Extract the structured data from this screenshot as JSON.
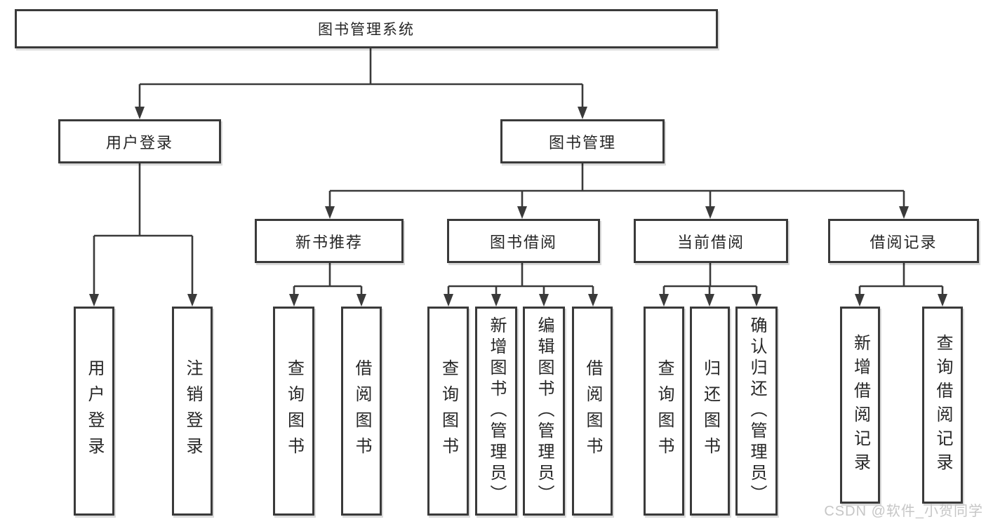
{
  "diagram_title": "图书管理系统",
  "nodes": {
    "root": "图书管理系统",
    "user_login": "用户登录",
    "book_mgmt": "图书管理",
    "new_book_rec": "新书推荐",
    "book_borrow": "图书借阅",
    "current_borrow": "当前借阅",
    "borrow_record": "借阅记录",
    "leaf_user_login": "用户登录",
    "leaf_logout": "注销登录",
    "leaf_query_book_1": "查询图书",
    "leaf_borrow_book_1": "借阅图书",
    "leaf_query_book_2": "查询图书",
    "leaf_add_book": "新增图书（管理员）",
    "leaf_edit_book": "编辑图书（管理员）",
    "leaf_borrow_book_2": "借阅图书",
    "leaf_query_book_3": "查询图书",
    "leaf_return_book": "归还图书",
    "leaf_confirm_return": "确认归还（管理员）",
    "leaf_add_record": "新增借阅记录",
    "leaf_query_record": "查询借阅记录"
  },
  "hierarchy": {
    "图书管理系统": {
      "用户登录": [
        "用户登录",
        "注销登录"
      ],
      "图书管理": {
        "新书推荐": [
          "查询图书",
          "借阅图书"
        ],
        "图书借阅": [
          "查询图书",
          "新增图书（管理员）",
          "编辑图书（管理员）",
          "借阅图书"
        ],
        "当前借阅": [
          "查询图书",
          "归还图书",
          "确认归还（管理员）"
        ],
        "借阅记录": [
          "新增借阅记录",
          "查询借阅记录"
        ]
      }
    }
  },
  "watermark": {
    "text": "CSDN @软件_小贺同学",
    "color": "#c6c6c6"
  },
  "colors": {
    "background": "#ffffff",
    "box_border": "#3a3a3a",
    "connector": "#3a3a3a",
    "text": "#262626"
  }
}
